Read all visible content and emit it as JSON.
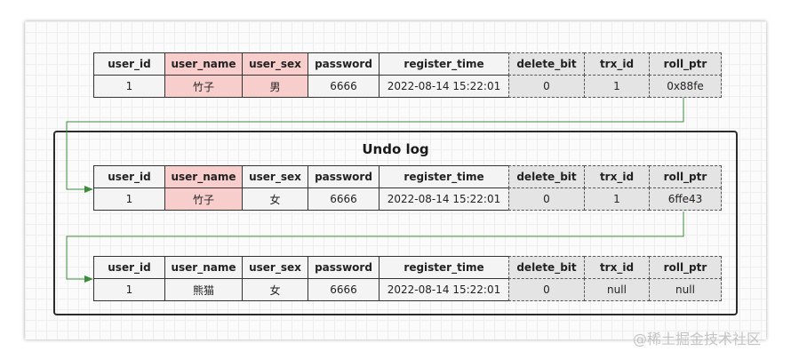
{
  "undo_title": "Undo log",
  "watermark": "@稀土掘金技术社区",
  "columns": [
    "user_id",
    "user_name",
    "user_sex",
    "password",
    "register_time",
    "delete_bit",
    "trx_id",
    "roll_ptr"
  ],
  "tables": [
    {
      "name": "current-record",
      "highlight": [
        "user_name",
        "user_sex"
      ],
      "values": [
        "1",
        "竹子",
        "男",
        "6666",
        "2022-08-14 15:22:01",
        "0",
        "1",
        "0x88fe"
      ]
    },
    {
      "name": "undo-record-1",
      "highlight": [
        "user_name"
      ],
      "values": [
        "1",
        "竹子",
        "女",
        "6666",
        "2022-08-14 15:22:01",
        "0",
        "1",
        "6ffe43"
      ]
    },
    {
      "name": "undo-record-2",
      "highlight": [],
      "values": [
        "1",
        "熊猫",
        "女",
        "6666",
        "2022-08-14 15:22:01",
        "0",
        "null",
        "null"
      ]
    }
  ],
  "colors": {
    "highlight": "#f8cecc",
    "meta": "#e4e4e4",
    "arrow": "#3c8c3c",
    "cell": "#f4f4f4"
  }
}
